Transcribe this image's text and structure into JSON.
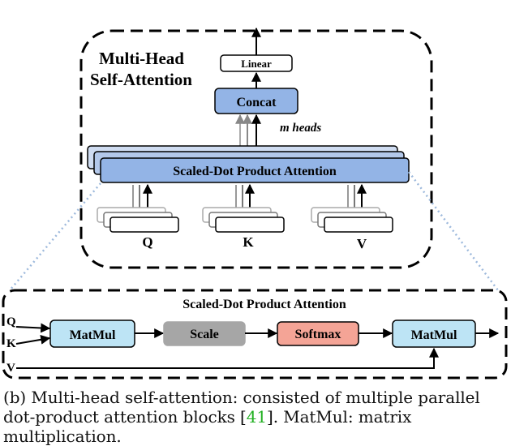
{
  "upper": {
    "title_line1": "Multi-Head",
    "title_line2": "Self-Attention",
    "linear_label": "Linear",
    "concat_label": "Concat",
    "heads_label": "m heads",
    "sdpa_label": "Scaled-Dot Product Attention",
    "inputs": [
      "Q",
      "K",
      "V"
    ]
  },
  "lower": {
    "title": "Scaled-Dot Product Attention",
    "inputs": [
      "Q",
      "K",
      "V"
    ],
    "matmul1_label": "MatMul",
    "scale_label": "Scale",
    "softmax_label": "Softmax",
    "matmul2_label": "MatMul"
  },
  "caption": {
    "part1": "(b) Multi-head self-attention: consisted of multiple parallel dot-product attention blocks [",
    "ref": "41",
    "part2": "]. MatMul: matrix multiplication."
  },
  "colors": {
    "blue": "#93b4e6",
    "light_blue": "#bde4f5",
    "gray": "#a6a6a6",
    "salmon": "#f4a496",
    "dotted": "#9db9dc"
  }
}
